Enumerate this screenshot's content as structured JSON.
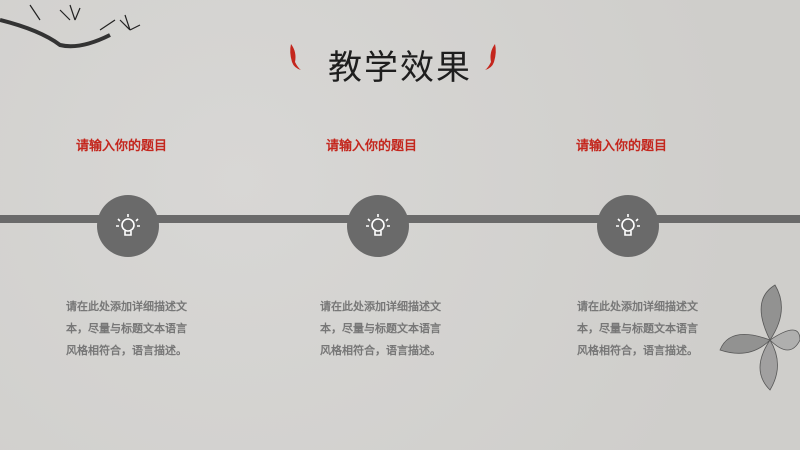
{
  "title": "教学效果",
  "colors": {
    "accent": "#c4261d",
    "timeline": "#6a6a6a"
  },
  "items": [
    {
      "heading": "请输入你的题目",
      "icon": "lightbulb-icon",
      "text": "请在此处添加详细描述文本，尽量与标题文本语言风格相符合，语言描述。"
    },
    {
      "heading": "请输入你的题目",
      "icon": "lightbulb-icon",
      "text": "请在此处添加详细描述文本，尽量与标题文本语言风格相符合，语言描述。"
    },
    {
      "heading": "请输入你的题目",
      "icon": "lightbulb-icon",
      "text": "请在此处添加详细描述文本，尽量与标题文本语言风格相符合，语言描述。"
    }
  ]
}
